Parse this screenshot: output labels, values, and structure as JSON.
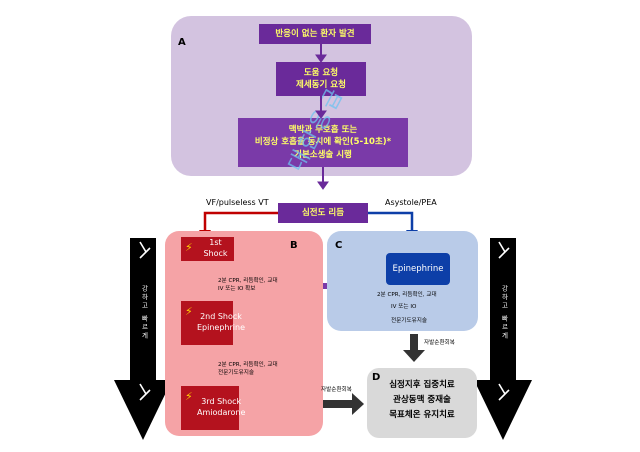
{
  "panels": {
    "a": "A",
    "b": "B",
    "c": "C",
    "d": "D"
  },
  "panel_a": {
    "step1": "반응이 없는 환자 발견",
    "step2": "도움 요청\n제세동기 요청",
    "step3": "맥박과 무호흡 또는\n비정상 호흡을 동시에 확인(5-10초)*\n기본소생술 시행"
  },
  "rhythm": {
    "box": "심전도 리듬",
    "left_label": "VF/pulseless VT",
    "right_label": "Asystole/PEA"
  },
  "panel_b": {
    "shock1": {
      "bolt": "⚡",
      "text": "1st Shock"
    },
    "note1": "2분 CPR, 리듬확인, 교대\nIV 또는 IO 확보",
    "shock2": {
      "bolt": "⚡",
      "text": "2nd Shock\nEpinephrine"
    },
    "note2": "2분 CPR, 리듬확인, 교대\n전문기도유지술",
    "shock3": {
      "bolt": "⚡",
      "text": "3rd Shock\nAmiodarone"
    }
  },
  "panel_c": {
    "epi": "Epinephrine",
    "note_line1": "2분 CPR, 리듬확인, 교대",
    "note_line2": "IV 또는 IO",
    "note_line3": "전문기도유지술"
  },
  "rosc_label_top": "자발순환회복",
  "rosc_label_left": "자발순환회복",
  "panel_d": {
    "text": "심정지후 집중치료\n관상동맥 중재술\n목표체온 유지치료"
  },
  "side_label_left": "강하고 빠르게",
  "side_label_right": "강하고 빠르게",
  "watermark": "대한응급",
  "colors": {
    "purple": "#6a2a9a",
    "red": "#b4121e",
    "blue": "#0d3fa8",
    "yellow_text": "#ffff66"
  }
}
